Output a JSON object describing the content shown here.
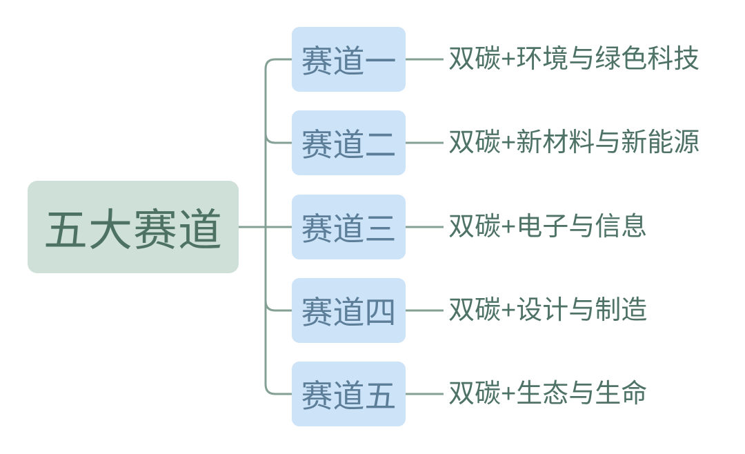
{
  "diagram": {
    "root": {
      "title": "五大赛道"
    },
    "branches": [
      {
        "node": "赛道一",
        "label": "双碳+环境与绿色科技"
      },
      {
        "node": "赛道二",
        "label": "双碳+新材料与新能源"
      },
      {
        "node": "赛道三",
        "label": "双碳+电子与信息"
      },
      {
        "node": "赛道四",
        "label": "双碳+设计与制造"
      },
      {
        "node": "赛道五",
        "label": "双碳+生态与生命"
      }
    ]
  },
  "colors": {
    "canvas-bg": "#ffffff",
    "root-box-bg": "#cfe0d9",
    "root-text": "#4d7264",
    "branch-box-bg": "#cce3f8",
    "branch-text": "#5d7e99",
    "label-text": "#4e7366",
    "connector": "#84a095"
  }
}
